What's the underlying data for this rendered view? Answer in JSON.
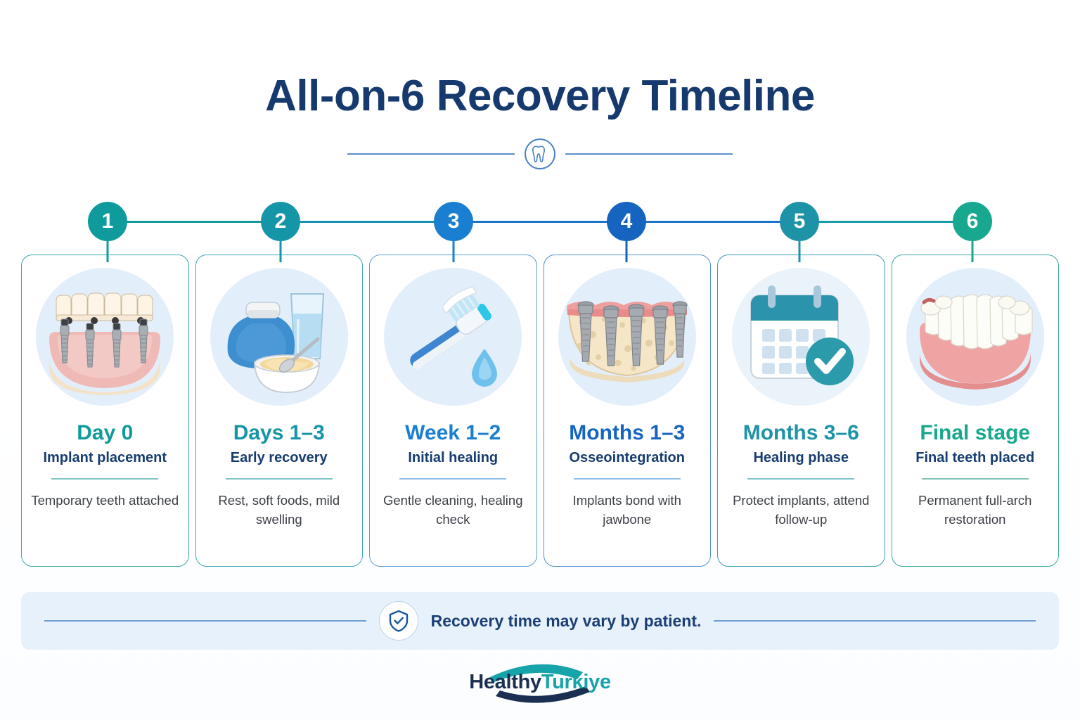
{
  "header": {
    "title": "All-on-6 Recovery Timeline",
    "divider_icon": "tooth-icon"
  },
  "colors": {
    "title_navy": "#163a6e",
    "teal": "#0f9b9b",
    "teal_light": "#1aa5a5",
    "blue": "#1a6fc4",
    "blue_strong": "#1565c0",
    "teal_blue": "#1e93a8",
    "green_teal": "#18a88f",
    "card_body_text": "#3b3f45",
    "note_bg": "#e7f1fb",
    "illus_bg": "#e2effb"
  },
  "steps": [
    {
      "number": "1",
      "heading": "Day 0",
      "subheading": "Implant placement",
      "body": "Temporary teeth attached",
      "color": "#0f9b9b",
      "icon": "implants-with-bridge-icon"
    },
    {
      "number": "2",
      "heading": "Days 1–3",
      "subheading": "Early recovery",
      "body": "Rest, soft foods, mild swelling",
      "color": "#1596a8",
      "icon": "ice-pack-soft-food-icon"
    },
    {
      "number": "3",
      "heading": "Week 1–2",
      "subheading": "Initial healing",
      "body": "Gentle cleaning, healing check",
      "color": "#1a7fd0",
      "icon": "toothbrush-water-drop-icon"
    },
    {
      "number": "4",
      "heading": "Months 1–3",
      "subheading": "Osseointegration",
      "body": "Implants bond with jawbone",
      "color": "#1565c0",
      "icon": "jawbone-implants-icon"
    },
    {
      "number": "5",
      "heading": "Months 3–6",
      "subheading": "Healing phase",
      "body": "Protect implants, attend follow-up",
      "color": "#1e93a8",
      "icon": "calendar-check-icon"
    },
    {
      "number": "6",
      "heading": "Final stage",
      "subheading": "Final teeth placed",
      "body": "Permanent full-arch restoration",
      "color": "#18a88f",
      "icon": "full-arch-denture-icon"
    }
  ],
  "note": {
    "icon": "shield-check-icon",
    "text": "Recovery time may vary by patient."
  },
  "logo": {
    "word_one": "Healthy",
    "word_two": "Turkiye",
    "arc_top_color": "#17a3aa",
    "arc_bottom_color": "#1b2f52"
  }
}
